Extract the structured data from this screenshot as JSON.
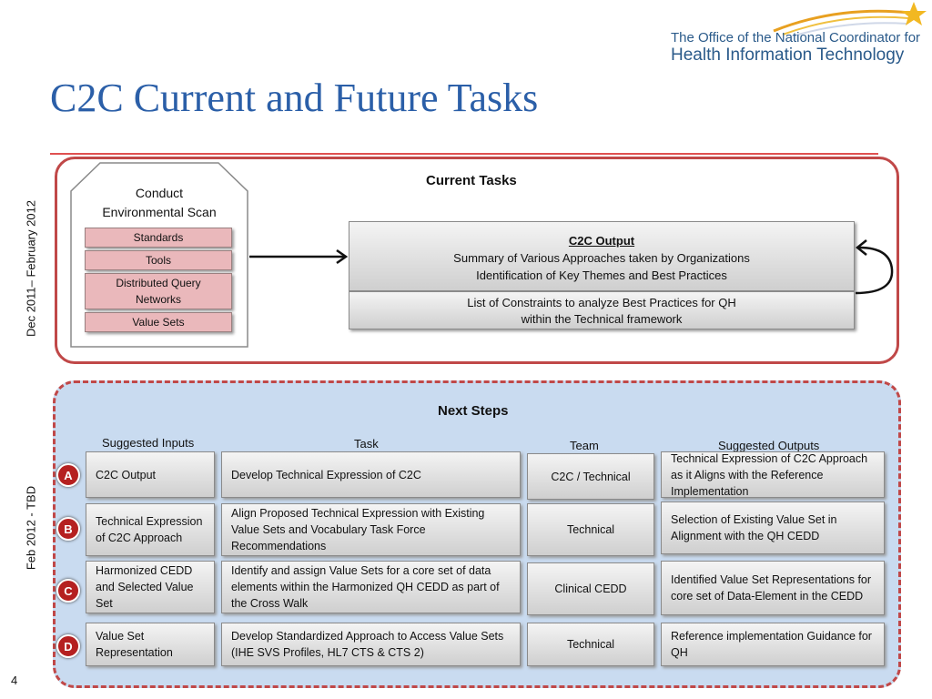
{
  "logo": {
    "org_line1": "The Office of the National Coordinator for",
    "org_line2": "Health Information Technology",
    "brand_color": "#2a5a8a",
    "icon": "star-swoosh-icon"
  },
  "slide": {
    "title": "C2C Current and Future Tasks",
    "page_number": "4"
  },
  "current": {
    "timeline_label": "Dec 2011– February 2012",
    "heading": "Current Tasks",
    "scan_title_line1": "Conduct",
    "scan_title_line2": "Environmental Scan",
    "scan_items": [
      "Standards",
      "Tools",
      "Distributed Query Networks",
      "Value Sets"
    ],
    "output_title": "C2C Output",
    "output_line1": "Summary of Various Approaches taken by Organizations",
    "output_line2": "Identification of Key Themes and Best Practices",
    "output_line3": "List  of  Constraints to analyze Best Practices for QH",
    "output_line4": "within the Technical framework"
  },
  "next": {
    "timeline_label": "Feb 2012 - TBD",
    "heading": "Next Steps",
    "columns": {
      "inputs": "Suggested Inputs",
      "task": "Task",
      "team": "Team",
      "outputs": "Suggested Outputs"
    },
    "rows": [
      {
        "badge": "A",
        "input": "C2C Output",
        "task": "Develop Technical Expression of C2C",
        "team": "C2C / Technical",
        "output": "Technical Expression of C2C Approach as it Aligns with the Reference Implementation"
      },
      {
        "badge": "B",
        "input": "Technical Expression of C2C Approach",
        "task": "Align Proposed Technical Expression with Existing Value Sets  and Vocabulary Task Force Recommendations",
        "team": "Technical",
        "output": "Selection of Existing Value Set in Alignment with  the QH CEDD"
      },
      {
        "badge": "C",
        "input": "Harmonized CEDD and Selected Value Set",
        "task": "Identify and assign Value Sets for a core set of data elements within the  Harmonized QH CEDD as part of the Cross Walk",
        "team": "Clinical CEDD",
        "output": "Identified Value Set Representations for core set  of Data-Element in the CEDD"
      },
      {
        "badge": "D",
        "input": "Value Set Representation",
        "task": "Develop Standardized Approach to Access Value Sets (IHE SVS Profiles, HL7  CTS & CTS 2)",
        "team": "Technical",
        "output": "Reference implementation Guidance for QH"
      }
    ]
  },
  "colors": {
    "title": "#2b5fa8",
    "panel_border": "#c04848",
    "next_panel_fill": "#c9dbf0",
    "scan_item_fill": "#eab8bb",
    "badge_fill": "#b52020"
  }
}
